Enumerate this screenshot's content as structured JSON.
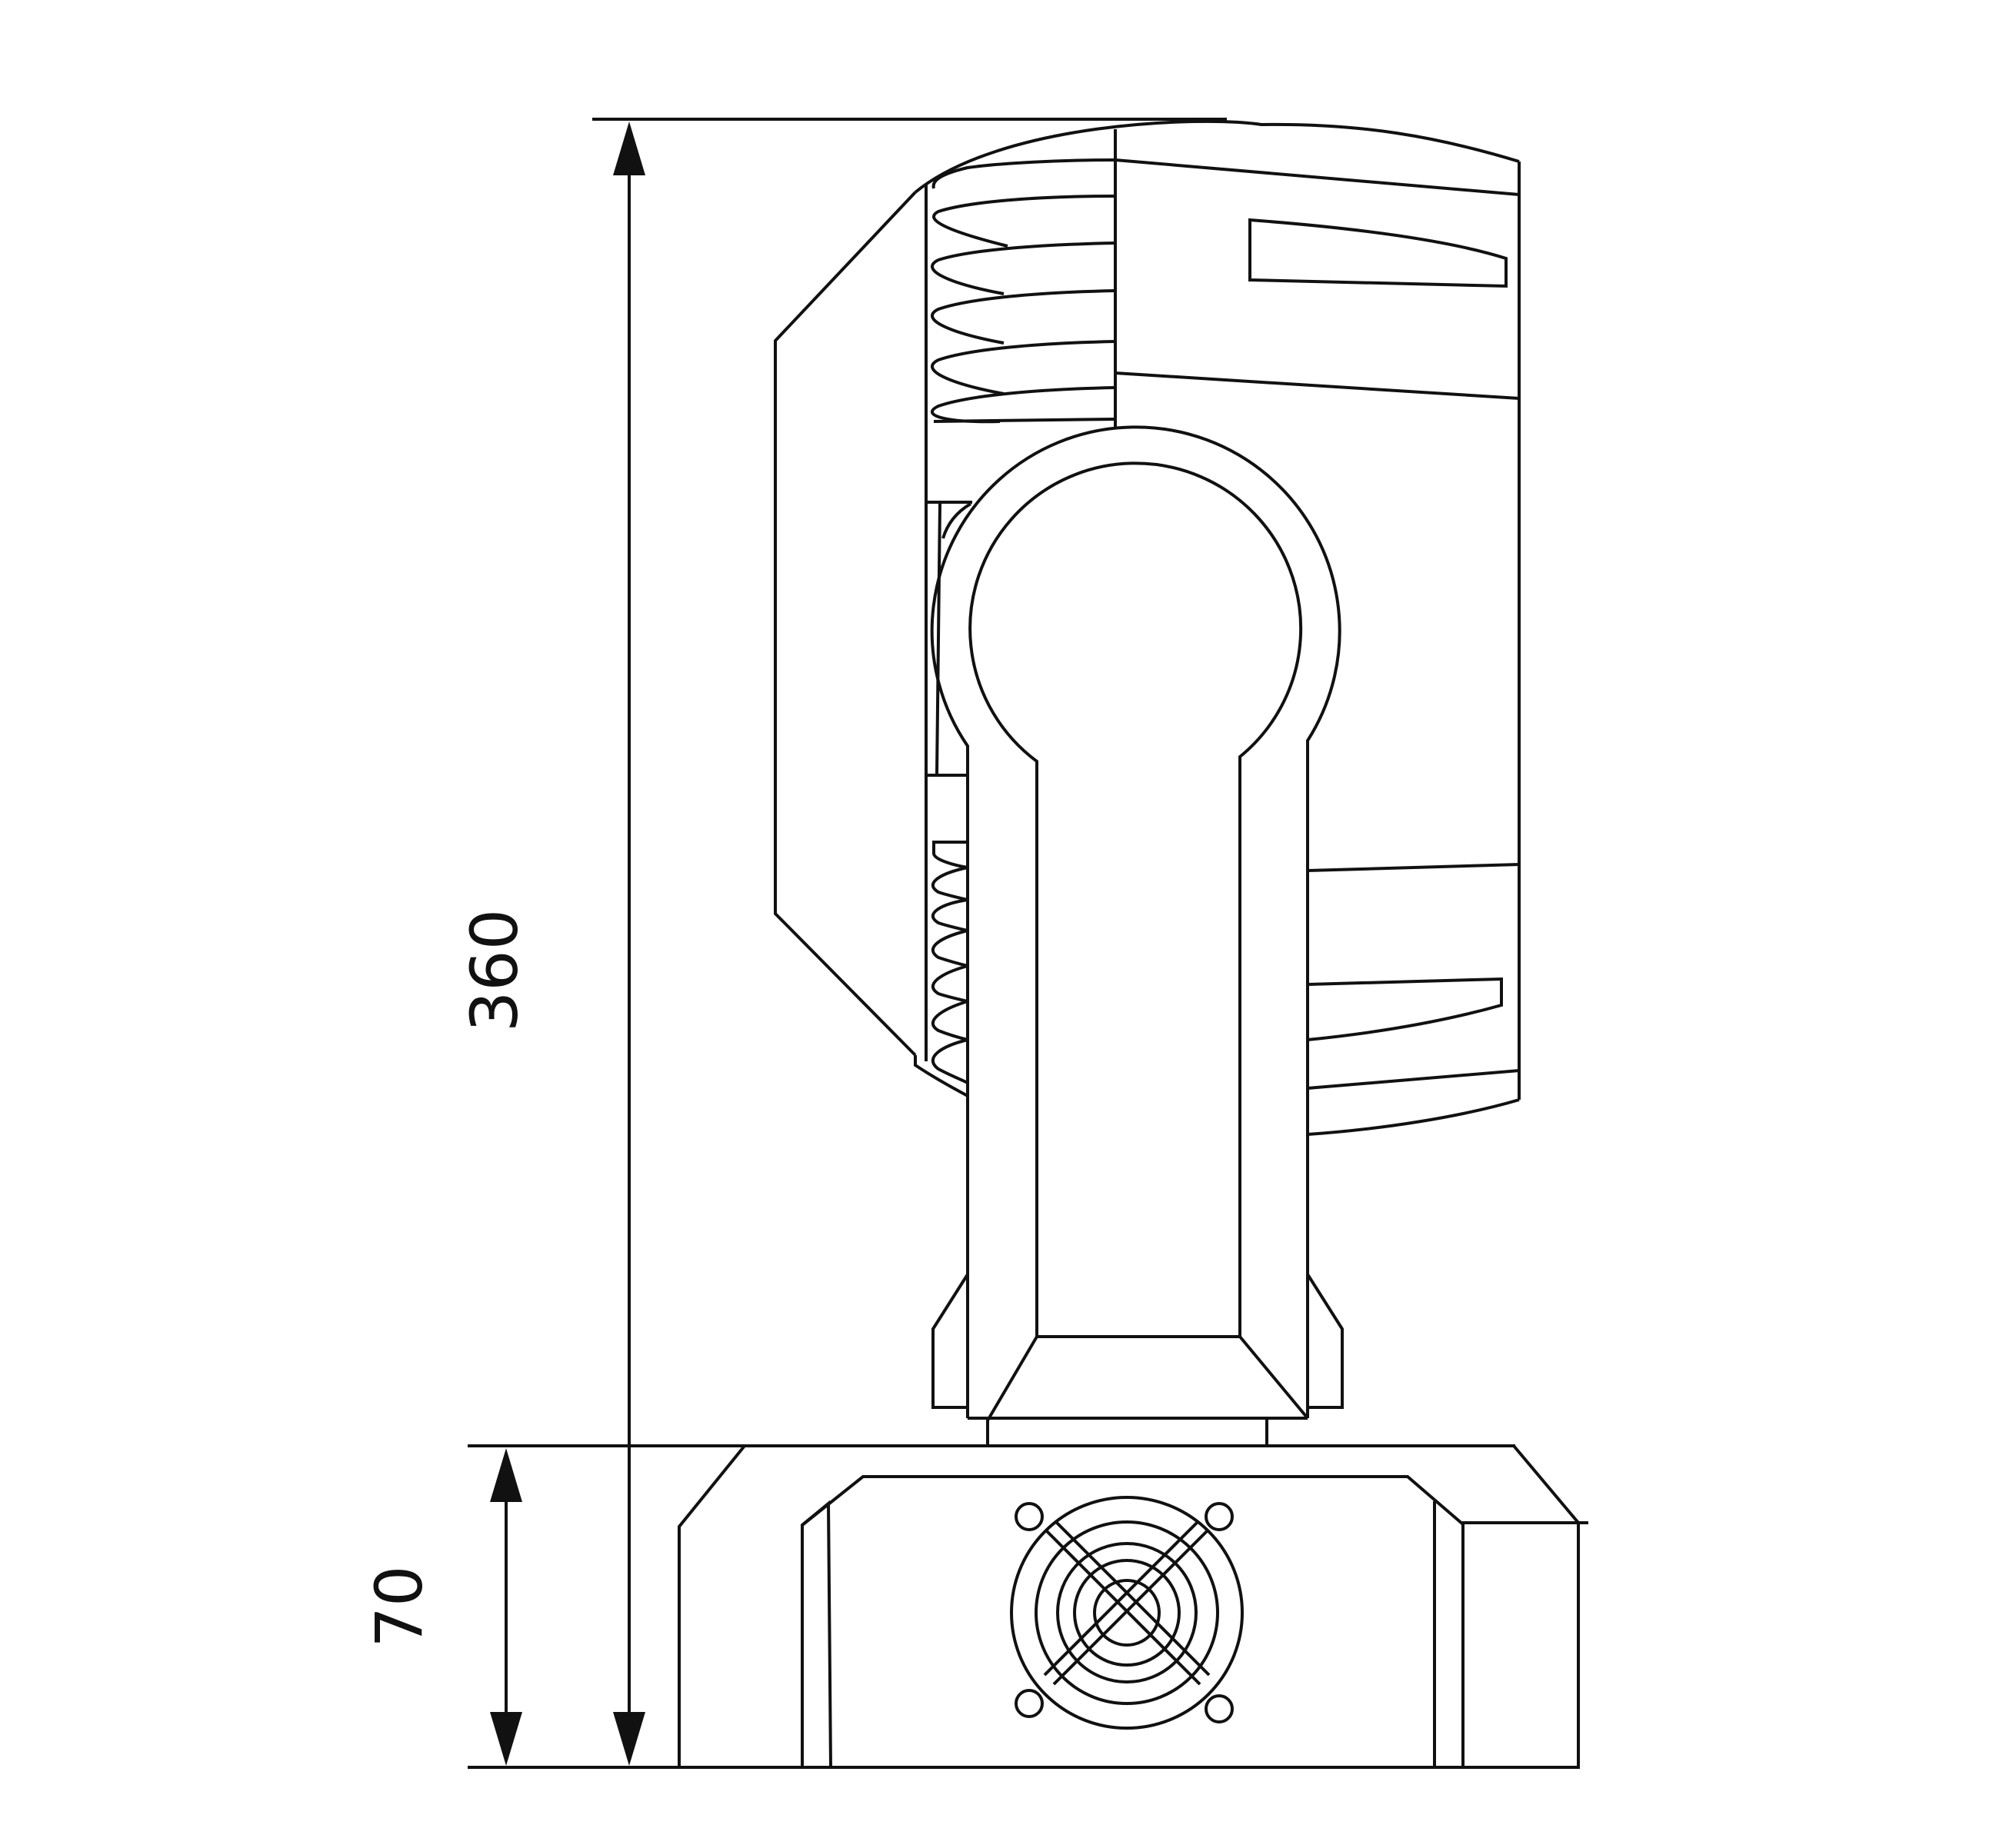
{
  "dimensions": {
    "overall_height": {
      "label": "360",
      "unit": ""
    },
    "base_height": {
      "label": "70",
      "unit": ""
    }
  },
  "colors": {
    "line": "#111111",
    "background": "#ffffff"
  },
  "parts": [
    "moving-head-body",
    "yoke-arm",
    "base",
    "fan-grille"
  ]
}
